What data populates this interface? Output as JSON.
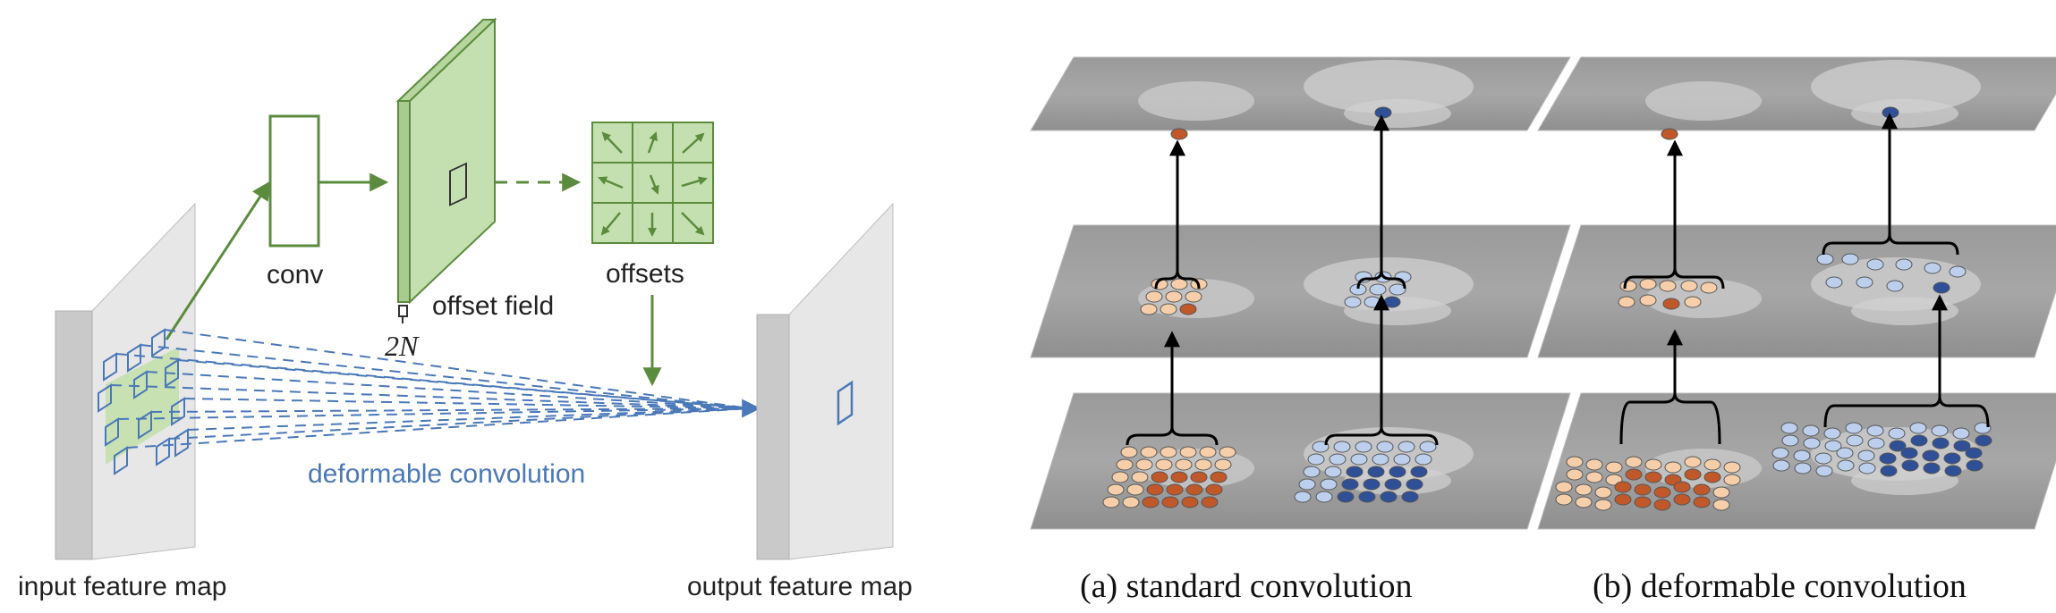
{
  "left_diagram": {
    "conv_label": "conv",
    "offset_field_label": "offset field",
    "offset_channels_label": "2N",
    "offsets_label": "offsets",
    "deformable_conv_label": "deformable convolution",
    "input_map_label": "input feature map",
    "output_map_label": "output feature map",
    "offset_arrow_directions": [
      "up-left",
      "up",
      "up-right",
      "left",
      "down",
      "right",
      "down-left",
      "down",
      "down-right"
    ]
  },
  "right_diagram": {
    "caption_a": "(a) standard convolution",
    "caption_b": "(b) deformable convolution"
  },
  "colors": {
    "green": "#5b8c3e",
    "green_fill": "#c5e0b0",
    "blue": "#4a78b8",
    "orange": "#c0582a",
    "light_orange": "#f6cfaa",
    "dark_blue": "#2f4f96",
    "light_blue": "#bcd0ee",
    "map_gray": "#c8c8c8"
  }
}
